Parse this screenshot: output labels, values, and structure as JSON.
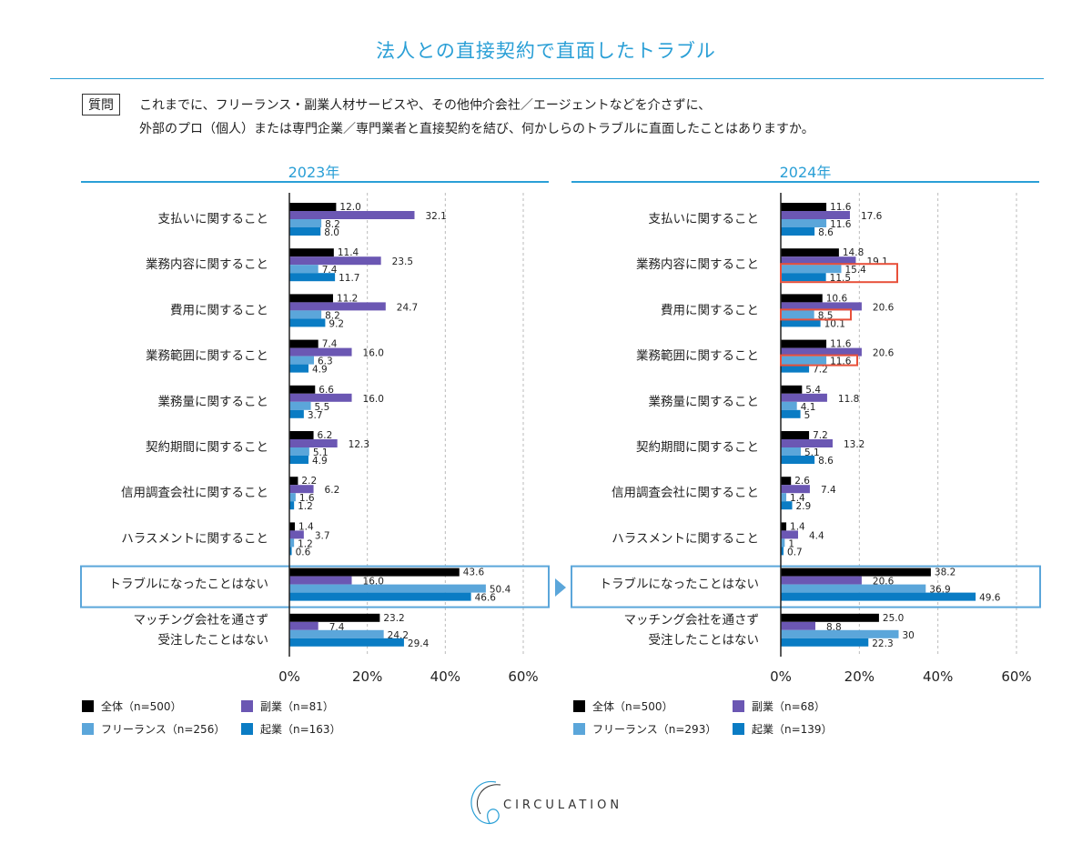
{
  "title": "法人との直接契約で直面したトラブル",
  "question": {
    "tag": "質問",
    "line1": "これまでに、フリーランス・副業人材サービスや、その他仲介会社／エージェントなどを介さずに、",
    "line2": "外部のプロ（個人）または専門企業／専門業者と直接契約を結び、何かしらのトラブルに直面したことはありますか。"
  },
  "logo": "CIRCULATION",
  "chart_data": [
    {
      "type": "bar",
      "orientation": "horizontal",
      "title": "2023年",
      "xlim": [
        0,
        60
      ],
      "xticks": [
        "0%",
        "20%",
        "40%",
        "60%"
      ],
      "grid": true,
      "categories": [
        "支払いに関すること",
        "業務内容に関すること",
        "費用に関すること",
        "業務範囲に関すること",
        "業務量に関すること",
        "契約期間に関すること",
        "信用調査会社に関すること",
        "ハラスメントに関すること",
        "トラブルになったことはない",
        "マッチング会社を通さず\n受注したことはない"
      ],
      "highlight_category": "トラブルになったことはない",
      "series": [
        {
          "name": "全体（n=500）",
          "color": "#000000",
          "values": [
            12.0,
            11.4,
            11.2,
            7.4,
            6.6,
            6.2,
            2.2,
            1.4,
            43.6,
            23.2
          ],
          "labels": [
            "12.0",
            "11.4",
            "11.2",
            "7.4",
            "6.6",
            "6.2",
            "2.2",
            "1.4",
            "43.6",
            "23.2"
          ]
        },
        {
          "name": "副業（n=81）",
          "color": "#6b57b3",
          "values": [
            32.1,
            23.5,
            24.7,
            16.0,
            16.0,
            12.3,
            6.2,
            3.7,
            16.0,
            7.4
          ],
          "labels": [
            "32.1",
            "23.5",
            "24.7",
            "16.0",
            "16.0",
            "12.3",
            "6.2",
            "3.7",
            "16.0",
            "7.4"
          ]
        },
        {
          "name": "フリーランス（n=256）",
          "color": "#5ba6da",
          "values": [
            8.2,
            7.4,
            8.2,
            6.3,
            5.5,
            5.1,
            1.6,
            1.2,
            50.4,
            24.2
          ],
          "labels": [
            "8.2",
            "7.4",
            "8.2",
            "6.3",
            "5.5",
            "5.1",
            "1.6",
            "1.2",
            "50.4",
            "24.2"
          ]
        },
        {
          "name": "起業（n=163）",
          "color": "#0a7cc4",
          "values": [
            8.0,
            11.7,
            9.2,
            4.9,
            3.7,
            4.9,
            1.2,
            0.6,
            46.6,
            29.4
          ],
          "labels": [
            "8.0",
            "11.7",
            "9.2",
            "4.9",
            "3.7",
            "4.9",
            "1.2",
            "0.6",
            "46.6",
            "29.4"
          ]
        }
      ]
    },
    {
      "type": "bar",
      "orientation": "horizontal",
      "title": "2024年",
      "xlim": [
        0,
        60
      ],
      "xticks": [
        "0%",
        "20%",
        "40%",
        "60%"
      ],
      "grid": true,
      "categories": [
        "支払いに関すること",
        "業務内容に関すること",
        "費用に関すること",
        "業務範囲に関すること",
        "業務量に関すること",
        "契約期間に関すること",
        "信用調査会社に関すること",
        "ハラスメントに関すること",
        "トラブルになったことはない",
        "マッチング会社を通さず\n受注したことはない"
      ],
      "highlight_category": "トラブルになったことはない",
      "annotations": [
        {
          "category": "業務内容に関すること",
          "series": [
            "フリーランス（n=293）",
            "起業（n=139）"
          ],
          "style": "red-box"
        },
        {
          "category": "費用に関すること",
          "series": [
            "フリーランス（n=293）"
          ],
          "style": "red-box"
        },
        {
          "category": "業務範囲に関すること",
          "series": [
            "フリーランス（n=293）"
          ],
          "style": "red-box"
        }
      ],
      "series": [
        {
          "name": "全体（n=500）",
          "color": "#000000",
          "values": [
            11.6,
            14.8,
            10.6,
            11.6,
            5.4,
            7.2,
            2.6,
            1.4,
            38.2,
            25.0
          ],
          "labels": [
            "11.6",
            "14.8",
            "10.6",
            "11.6",
            "5.4",
            "7.2",
            "2.6",
            "1.4",
            "38.2",
            "25.0"
          ]
        },
        {
          "name": "副業（n=68）",
          "color": "#6b57b3",
          "values": [
            17.6,
            19.1,
            20.6,
            20.6,
            11.8,
            13.2,
            7.4,
            4.4,
            20.6,
            8.8
          ],
          "labels": [
            "17.6",
            "19.1",
            "20.6",
            "20.6",
            "11.8",
            "13.2",
            "7.4",
            "4.4",
            "20.6",
            "8.8"
          ]
        },
        {
          "name": "フリーランス（n=293）",
          "color": "#5ba6da",
          "values": [
            11.6,
            15.4,
            8.5,
            11.6,
            4.1,
            5.1,
            1.4,
            1,
            36.9,
            30
          ],
          "labels": [
            "11.6",
            "15.4",
            "8.5",
            "11.6",
            "4.1",
            "5.1",
            "1.4",
            "1",
            "36.9",
            "30"
          ]
        },
        {
          "name": "起業（n=139）",
          "color": "#0a7cc4",
          "values": [
            8.6,
            11.5,
            10.1,
            7.2,
            5,
            8.6,
            2.9,
            0.7,
            49.6,
            22.3
          ],
          "labels": [
            "8.6",
            "11.5",
            "10.1",
            "7.2",
            "5",
            "8.6",
            "2.9",
            "0.7",
            "49.6",
            "22.3"
          ]
        }
      ]
    }
  ]
}
